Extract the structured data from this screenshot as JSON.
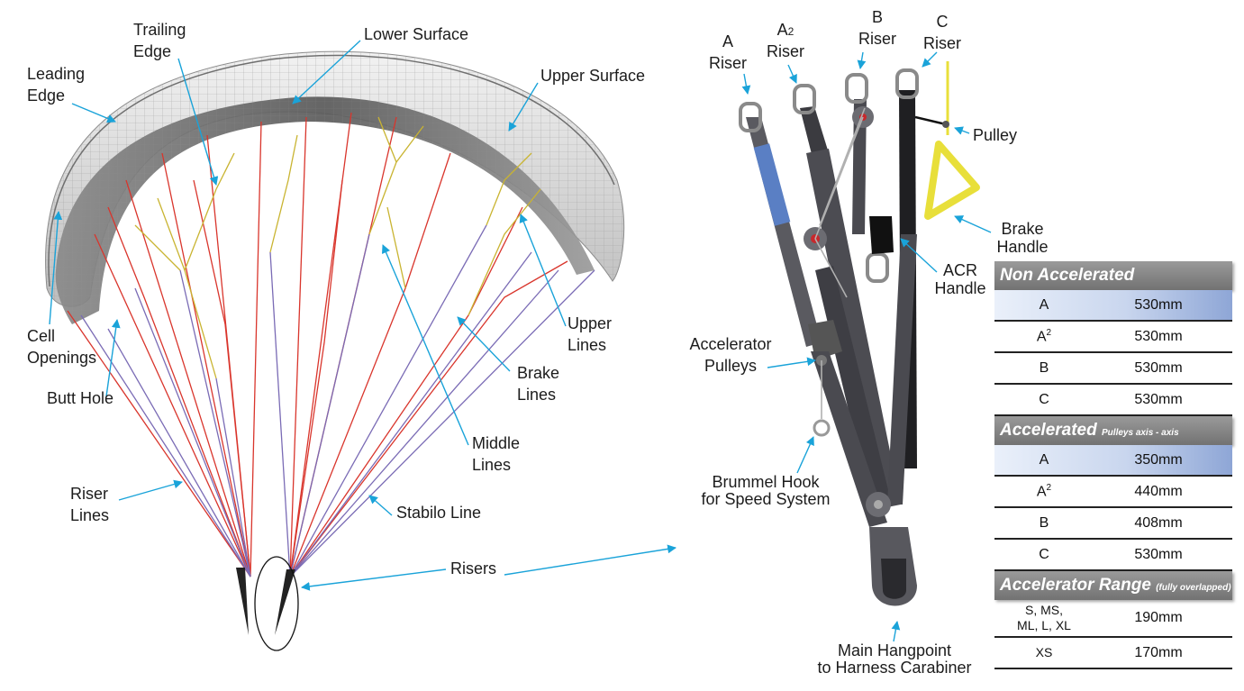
{
  "wing_labels": {
    "leading_edge": [
      "Leading",
      "Edge"
    ],
    "trailing_edge": [
      "Trailing",
      "Edge"
    ],
    "lower_surface": "Lower Surface",
    "upper_surface": "Upper Surface",
    "cell_openings": [
      "Cell",
      "Openings"
    ],
    "butt_hole": "Butt Hole",
    "upper_lines": [
      "Upper",
      "Lines"
    ],
    "brake_lines": [
      "Brake",
      "Lines"
    ],
    "middle_lines": [
      "Middle",
      "Lines"
    ],
    "riser_lines": [
      "Riser",
      "Lines"
    ],
    "stabilo_line": "Stabilo Line",
    "risers": "Risers"
  },
  "riser_labels": {
    "a_riser": [
      "A",
      "Riser"
    ],
    "a2_riser": [
      "A",
      "2",
      "Riser"
    ],
    "b_riser": [
      "B",
      "Riser"
    ],
    "c_riser": [
      "C",
      "Riser"
    ],
    "pulley": "Pulley",
    "brake_handle": [
      "Brake",
      "Handle"
    ],
    "acr_handle": [
      "ACR",
      "Handle"
    ],
    "accelerator_pulleys": [
      "Accelerator",
      "Pulleys"
    ],
    "brummel_hook": [
      "Brummel Hook",
      "for Speed System"
    ],
    "main_hangpoint": [
      "Main Hangpoint",
      "to Harness Carabiner"
    ]
  },
  "table": {
    "non_accelerated": {
      "title": "Non Accelerated",
      "rows": [
        {
          "riser": "A",
          "sup": "",
          "value": "530mm"
        },
        {
          "riser": "A",
          "sup": "2",
          "value": "530mm"
        },
        {
          "riser": "B",
          "sup": "",
          "value": "530mm"
        },
        {
          "riser": "C",
          "sup": "",
          "value": "530mm"
        }
      ]
    },
    "accelerated": {
      "title": "Accelerated",
      "subtitle": "Pulleys axis - axis",
      "rows": [
        {
          "riser": "A",
          "sup": "",
          "value": "350mm"
        },
        {
          "riser": "A",
          "sup": "2",
          "value": "440mm"
        },
        {
          "riser": "B",
          "sup": "",
          "value": "408mm"
        },
        {
          "riser": "C",
          "sup": "",
          "value": "530mm"
        }
      ]
    },
    "accelerator_range": {
      "title": "Accelerator Range",
      "subtitle": "(fully overlapped)",
      "rows": [
        {
          "sizes": [
            "S, MS,",
            "ML, L, XL"
          ],
          "value": "190mm"
        },
        {
          "sizes": [
            "XS"
          ],
          "value": "170mm"
        }
      ]
    }
  },
  "colors": {
    "annotation_arrow": "#1aa3d9",
    "line_red": "#d9352c",
    "line_purple": "#7a6bb5",
    "line_yellow": "#c9b431",
    "riser_grey": "#4a4a4f",
    "riser_blue": "#5a7fc4",
    "brake_yellow": "#e8df3a",
    "table_header": "#7f7f7f"
  }
}
